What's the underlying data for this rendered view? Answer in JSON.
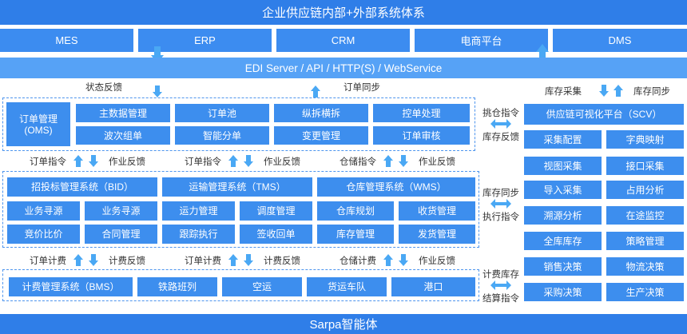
{
  "top_title": "企业供应链内部+外部系统体系",
  "external_systems": [
    "MES",
    "ERP",
    "CRM",
    "电商平台",
    "DMS"
  ],
  "edi_bar": "EDI Server / API / HTTP(S) / WebService",
  "bottom_title": "Sarpa智能体",
  "oms_row": {
    "left": "状态反馈",
    "right": "订单同步"
  },
  "oms": {
    "main": "订单管理\n(OMS)",
    "modules": [
      "主数据管理",
      "订单池",
      "纵拆横拆",
      "控单处理",
      "波次组单",
      "智能分单",
      "变更管理",
      "订单审核"
    ]
  },
  "row2": [
    "订单指令",
    "作业反馈",
    "订单指令",
    "作业反馈",
    "仓储指令",
    "作业反馈"
  ],
  "row3": [
    "订单计费",
    "计费反馈",
    "订单计费",
    "计费反馈",
    "仓储计费",
    "作业反馈"
  ],
  "mid": {
    "headers": [
      "招投标管理系统（BID）",
      "运输管理系统（TMS）",
      "仓库管理系统（WMS）"
    ],
    "modules": [
      "业务寻源",
      "业务寻源",
      "运力管理",
      "调度管理",
      "仓库规划",
      "收货管理",
      "竞价比价",
      "合同管理",
      "跟踪执行",
      "签收回单",
      "库存管理",
      "发货管理"
    ]
  },
  "bms": {
    "main": "计费管理系统（BMS）",
    "modules": [
      "铁路班列",
      "空运",
      "货运车队",
      "港口"
    ]
  },
  "side_labels": {
    "scv_top": [
      "挑仓指令",
      "库存反馈"
    ],
    "mid": [
      "库存同步",
      "执行指令"
    ],
    "bms": [
      "计费库存",
      "结算指令"
    ]
  },
  "scv": {
    "top_labels": [
      "库存采集",
      "库存同步"
    ],
    "title": "供应链可视化平台（SCV）",
    "items": [
      "采集配置",
      "字典映射",
      "视图采集",
      "接口采集",
      "导入采集",
      "占用分析",
      "溯源分析",
      "在途监控",
      "全库库存",
      "策略管理",
      "销售决策",
      "物流决策",
      "采购决策",
      "生产决策"
    ]
  },
  "colors": {
    "primary": "#2f7ee8",
    "box": "#3d8eee",
    "light": "#56a2f6",
    "arrow": "#4aa8f4"
  }
}
